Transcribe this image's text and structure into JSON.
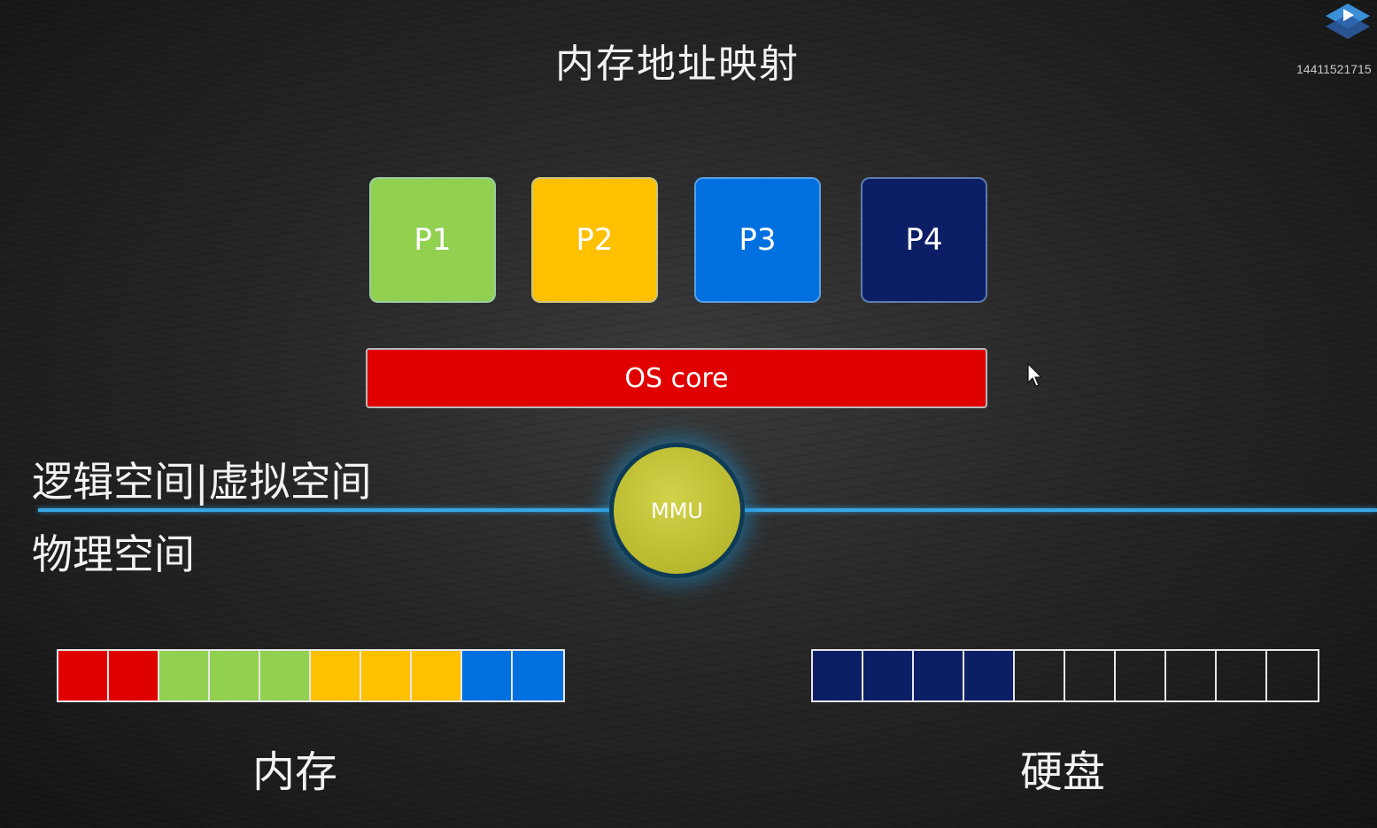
{
  "title": "内存地址映射",
  "watermark": "14411521715",
  "processes": [
    {
      "label": "P1",
      "color": "#92d050"
    },
    {
      "label": "P2",
      "color": "#ffc000"
    },
    {
      "label": "P3",
      "color": "#0070e0"
    },
    {
      "label": "P4",
      "color": "#0c1f66"
    }
  ],
  "os_core": {
    "label": "OS core",
    "color": "#e00000"
  },
  "mmu": {
    "label": "MMU"
  },
  "logical_space_label": "逻辑空间|虚拟空间",
  "physical_space_label": "物理空间",
  "memory": {
    "label": "内存",
    "cells": [
      "#e00000",
      "#e00000",
      "#92d050",
      "#92d050",
      "#92d050",
      "#ffc000",
      "#ffc000",
      "#ffc000",
      "#0070e0",
      "#0070e0"
    ]
  },
  "disk": {
    "label": "硬盘",
    "cells": [
      "#0c1f66",
      "#0c1f66",
      "#0c1f66",
      "#0c1f66",
      "transparent",
      "transparent",
      "transparent",
      "transparent",
      "transparent",
      "transparent"
    ]
  }
}
